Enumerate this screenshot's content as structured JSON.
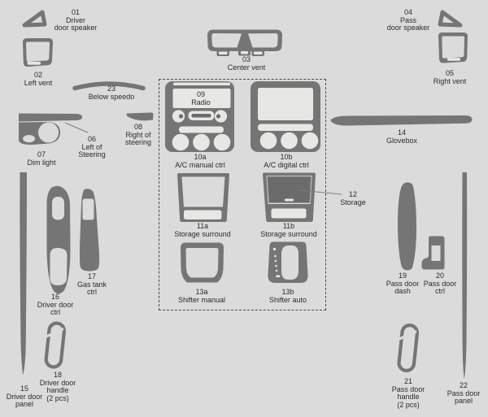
{
  "diagram": {
    "background": "#dbdbdb",
    "part_color": "#757575",
    "cutout_color": "#e7e7e5",
    "door_color": "#6b6b6b",
    "door_edge_color": "#9a9a9a",
    "text_color": "#2b2b2b",
    "outline_color": "#4a4a4a",
    "leader_color": "#7d7d7d"
  },
  "labels": {
    "p01": "01\nDriver\ndoor speaker",
    "p02": "02\nLeft vent",
    "p23": "23\nBelow speedo",
    "p06": "06\nLeft of\nSteering",
    "p07": "07\nDim light",
    "p08": "08\nRight of\nsteering",
    "p03": "03\nCenter vent",
    "p09": "09\nRadio",
    "p10a": "10a\nA/C manual ctrl",
    "p10b": "10b\nA/C digital ctrl",
    "p11a": "11a\nStorage surround",
    "p11b": "11b\nStorage surround",
    "p12": "12\nStorage",
    "p13a": "13a\nShifter manual",
    "p13b": "13b\nShifter auto",
    "p14": "14\nGlovebox",
    "p04": "04\nPass\ndoor speaker",
    "p05": "05\nRight vent",
    "p19": "19\nPass door\ndash",
    "p20": "20\nPass door\nctrl",
    "p21": "21\nPass door\nhandle\n(2 pcs)",
    "p22": "22\nPass door\npanel",
    "p15": "15\nDriver door\npanel",
    "p16": "16\nDriver door\nctrl",
    "p17": "17\nGas tank\nctrl",
    "p18": "18\nDriver door\nhandle\n(2 pcs)"
  }
}
